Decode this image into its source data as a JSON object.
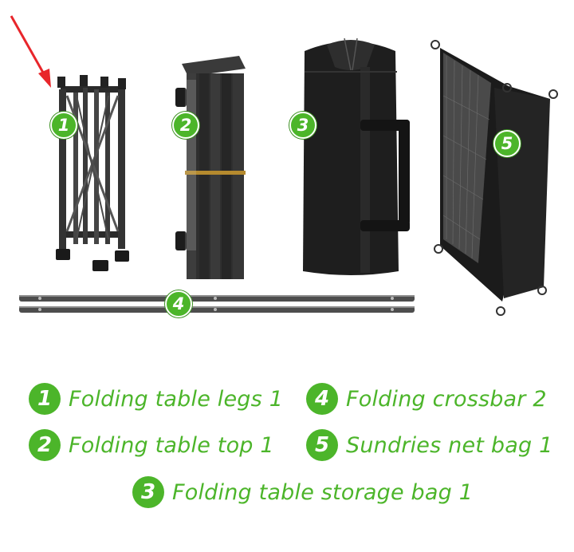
{
  "colors": {
    "accent_green": "#4cb52a",
    "product_black": "#1e1e1e",
    "arrow_red": "#e8262b"
  },
  "badges": [
    "1",
    "2",
    "3",
    "4",
    "5"
  ],
  "legend": [
    {
      "number": "1",
      "text": "Folding table legs 1"
    },
    {
      "number": "4",
      "text": "Folding crossbar 2"
    },
    {
      "number": "2",
      "text": "Folding table top 1"
    },
    {
      "number": "5",
      "text": "Sundries net bag 1"
    },
    {
      "number": "3",
      "text": "Folding table storage bag 1"
    }
  ]
}
